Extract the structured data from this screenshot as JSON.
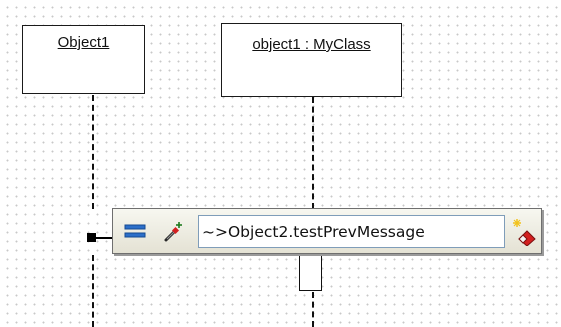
{
  "diagram": {
    "lifelines": [
      {
        "label": "Object1"
      },
      {
        "label": "object1 : MyClass"
      }
    ]
  },
  "message_editor": {
    "input_value": "~>Object2.testPrevMessage",
    "icons": [
      "properties-lines-icon",
      "magic-wand-icon",
      "eraser-sparkle-icon"
    ]
  },
  "colors": {
    "toolbar_bg": "#ecebe0",
    "input_border": "#7f9db9",
    "properties_icon": "#2c6fc9",
    "eraser_red": "#d32020",
    "grid_dot": "#c8c8c8"
  }
}
